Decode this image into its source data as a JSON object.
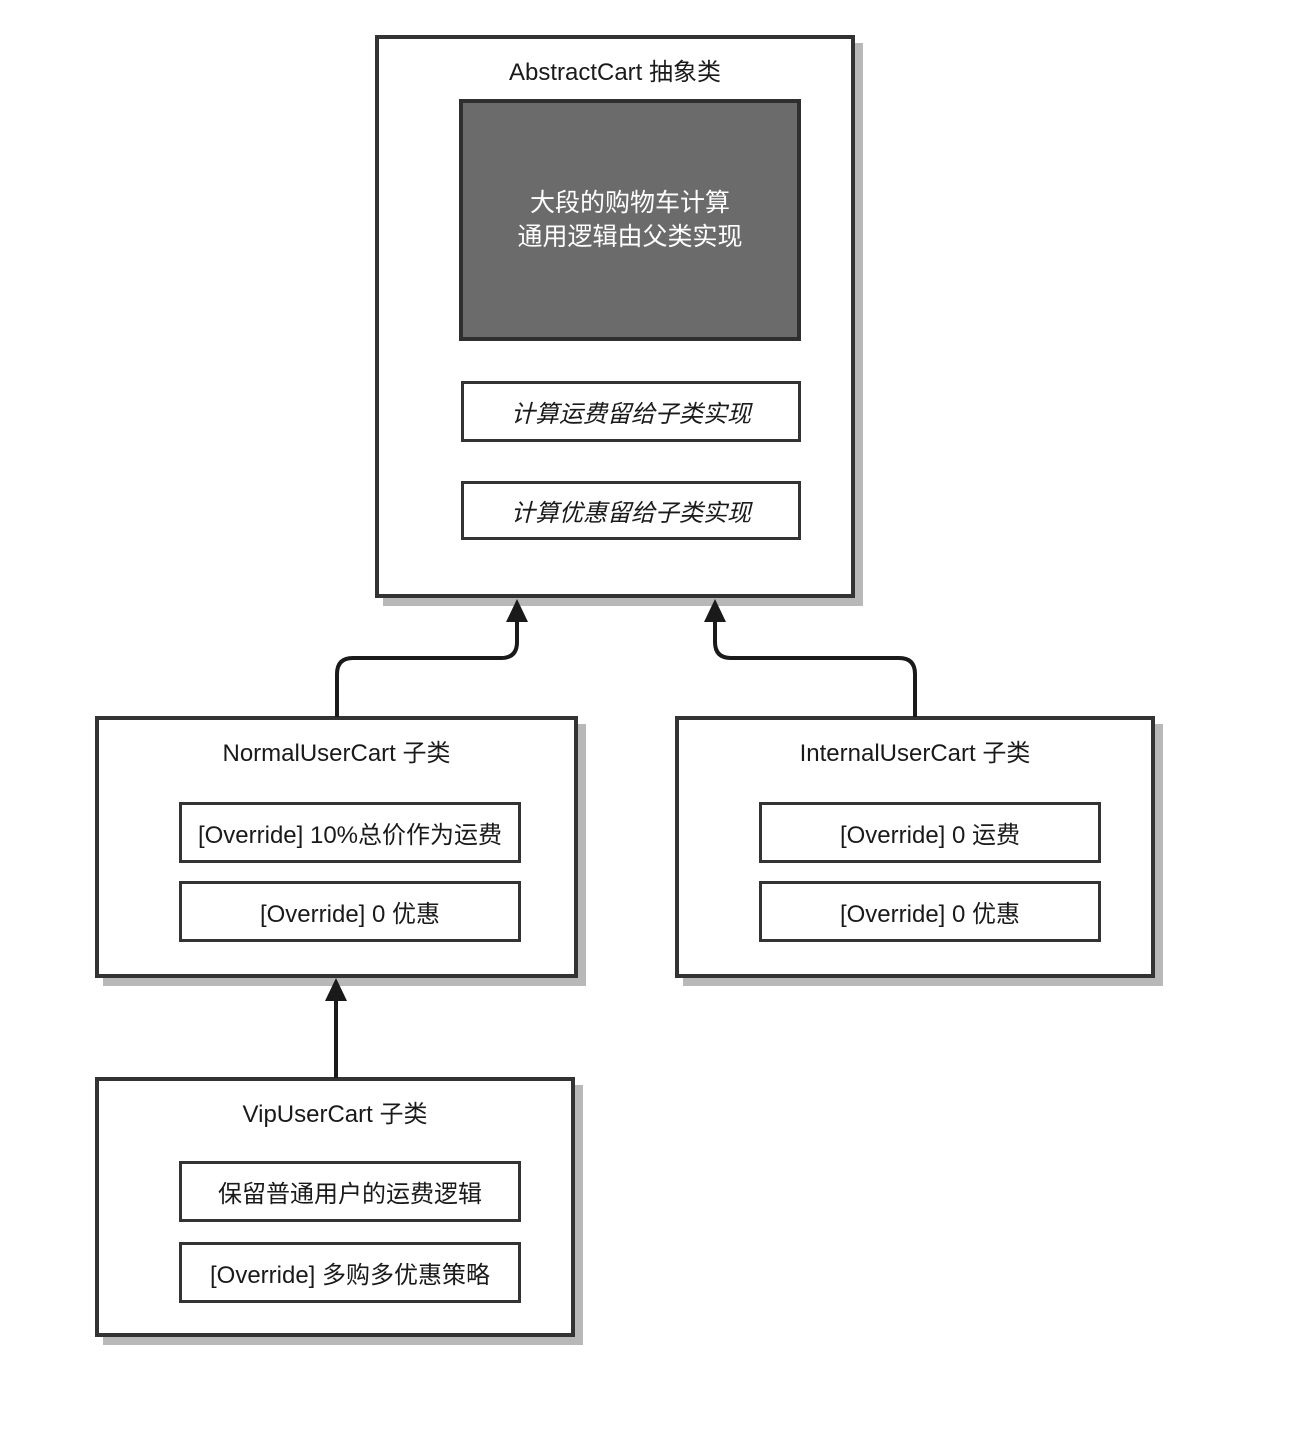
{
  "diagram": {
    "abstract_cart": {
      "title": "AbstractCart 抽象类",
      "note_line1": "大段的购物车计算",
      "note_line2": "通用逻辑由父类实现",
      "methods": [
        "计算运费留给子类实现",
        "计算优惠留给子类实现"
      ]
    },
    "normal_user_cart": {
      "title": "NormalUserCart 子类",
      "methods": [
        "[Override] 10%总价作为运费",
        "[Override] 0 优惠"
      ]
    },
    "internal_user_cart": {
      "title": "InternalUserCart 子类",
      "methods": [
        "[Override] 0 运费",
        "[Override] 0 优惠"
      ]
    },
    "vip_user_cart": {
      "title": "VipUserCart 子类",
      "methods": [
        "保留普通用户的运费逻辑",
        "[Override] 多购多优惠策略"
      ]
    },
    "colors": {
      "box_border": "#333333",
      "box_shadow": "#b8b8b8",
      "connector_line": "#1a1a1a",
      "note_fill": "#6b6b6b",
      "note_text": "#ffffff"
    }
  }
}
